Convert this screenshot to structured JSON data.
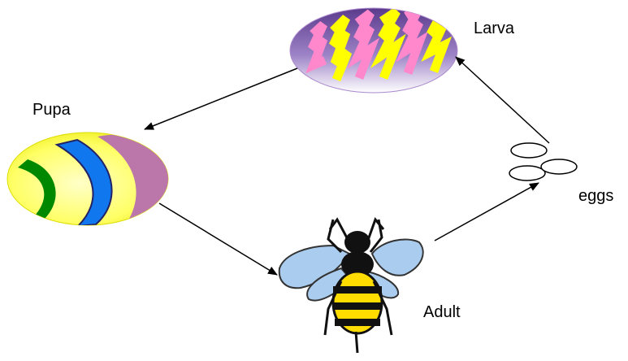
{
  "labels": {
    "larva": "Larva",
    "pupa": "Pupa",
    "eggs": "eggs",
    "adult": "Adult"
  },
  "colors": {
    "larva_purple": "#6a4a9a",
    "larva_pink": "#ff88cc",
    "larva_yellow": "#ffff00",
    "pupa_yellow": "#ffff66",
    "pupa_green": "#008800",
    "pupa_blue": "#1177ee",
    "pupa_mauve": "#bb77aa",
    "bee_wing": "#aaccee",
    "bee_yellow": "#ffdd00",
    "arrow": "#000000"
  }
}
